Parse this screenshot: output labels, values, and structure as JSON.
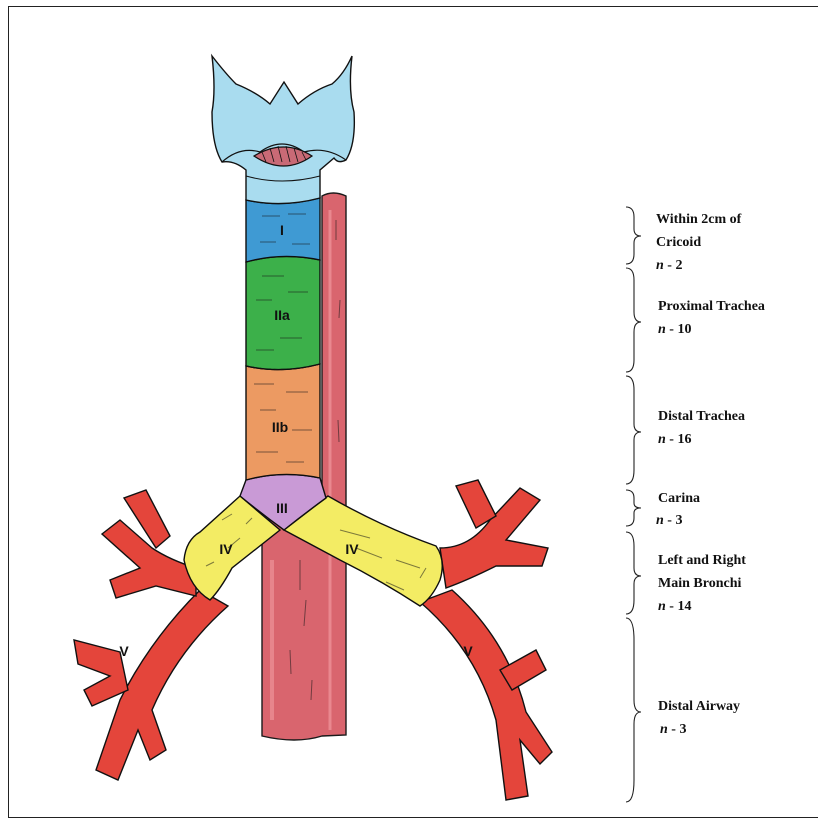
{
  "diagram": {
    "zones": {
      "i": "I",
      "iia": "IIa",
      "iib": "IIb",
      "iii": "III",
      "iv_left": "IV",
      "iv_right": "IV",
      "v_left": "V",
      "v_right": "V"
    },
    "segments": [
      {
        "title_lines": [
          "Within 2cm of",
          "Cricoid"
        ],
        "n": "n",
        "count": " - 2"
      },
      {
        "title_lines": [
          "Proximal Trachea"
        ],
        "n": "n",
        "count": " - 10"
      },
      {
        "title_lines": [
          "Distal Trachea"
        ],
        "n": "n",
        "count": " - 16"
      },
      {
        "title_lines": [
          "Carina"
        ],
        "n": "n",
        "count": " - 3"
      },
      {
        "title_lines": [
          "Left and Right",
          "Main Bronchi"
        ],
        "n": "n",
        "count": " - 14"
      },
      {
        "title_lines": [
          "Distal Airway"
        ],
        "n": "n",
        "count": " - 3"
      }
    ],
    "colors": {
      "zone_i": "#3f9ad3",
      "zone_iia": "#3cb04a",
      "zone_iib": "#ec9a62",
      "zone_iii": "#c99ad6",
      "zone_iv": "#f3ec64",
      "zone_v": "#e4453b",
      "larynx": "#a9dcef",
      "esophagus": "#d9656e"
    }
  }
}
